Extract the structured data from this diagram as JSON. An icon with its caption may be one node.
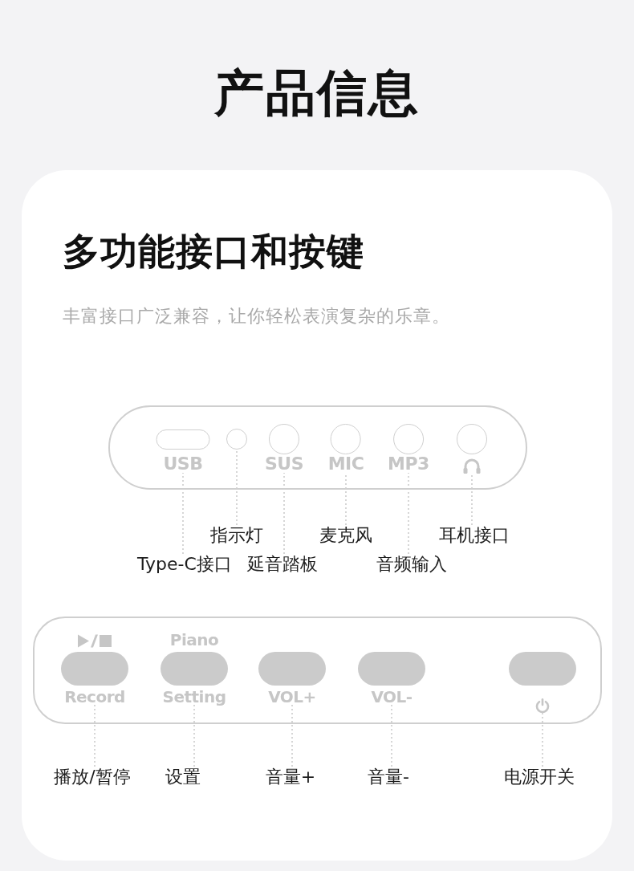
{
  "diagram": {
    "title": "产品信息",
    "nodes": [
      {
        "text": [
          "多功能接口和按键",
          "丰富接口广泛兼容，让你轻松表演复杂的乐章。"
        ]
      },
      {
        "text": [],
        "shape": "box",
        "in": 0
      },
      {
        "text": [
          "USB"
        ],
        "in": 1
      },
      {
        "text": [],
        "shape": "circle",
        "in": 1
      },
      {
        "text": [
          "SUS"
        ],
        "in": 1
      },
      {
        "text": [
          "MIC"
        ],
        "in": 1
      },
      {
        "text": [
          "MP3"
        ],
        "in": 1
      },
      {
        "text": [],
        "shape": "circle",
        "in": 1
      },
      {
        "text": [
          "指示灯"
        ],
        "in": 0
      },
      {
        "text": [
          "麦克风"
        ],
        "in": 0
      },
      {
        "text": [
          "耳机接口"
        ],
        "in": 0
      },
      {
        "text": [
          "Type-C接口"
        ],
        "in": 0
      },
      {
        "text": [
          "延音踏板"
        ],
        "in": 0
      },
      {
        "text": [
          "音频输入"
        ],
        "in": 0
      },
      {
        "text": [],
        "shape": "box",
        "in": 0
      },
      {
        "text": [
          "Record"
        ],
        "in": 14
      },
      {
        "text": [
          "Piano",
          "Setting"
        ],
        "in": 14
      },
      {
        "text": [
          "VOL+"
        ],
        "in": 14
      },
      {
        "text": [
          "VOL-"
        ],
        "in": 14
      },
      {
        "text": [],
        "shape": "bar",
        "in": 14
      },
      {
        "text": [
          "播放/暂停"
        ],
        "in": 0
      },
      {
        "text": [
          "设置"
        ],
        "in": 0
      },
      {
        "text": [
          "音量+"
        ],
        "in": 0
      },
      {
        "text": [
          "音量-"
        ],
        "in": 0
      },
      {
        "text": [
          "电源开关"
        ],
        "in": 0
      }
    ],
    "edges": [
      {
        "from": 11,
        "to": 2,
        "arrow": "none",
        "style": "dashed"
      },
      {
        "from": 8,
        "to": 3,
        "arrow": "none",
        "style": "dashed"
      },
      {
        "from": 12,
        "to": 4,
        "arrow": "none",
        "style": "dashed"
      },
      {
        "from": 9,
        "to": 5,
        "arrow": "none",
        "style": "dashed"
      },
      {
        "from": 13,
        "to": 6,
        "arrow": "none",
        "style": "dashed"
      },
      {
        "from": 10,
        "to": 7,
        "arrow": "none",
        "style": "dashed"
      },
      {
        "from": 20,
        "to": 15,
        "arrow": "none",
        "style": "dashed"
      },
      {
        "from": 21,
        "to": 16,
        "arrow": "none",
        "style": "dashed"
      },
      {
        "from": 22,
        "to": 17,
        "arrow": "none",
        "style": "dashed"
      },
      {
        "from": 23,
        "to": 18,
        "arrow": "none",
        "style": "dashed"
      },
      {
        "from": 24,
        "to": 19,
        "arrow": "none",
        "style": "dashed"
      }
    ]
  }
}
